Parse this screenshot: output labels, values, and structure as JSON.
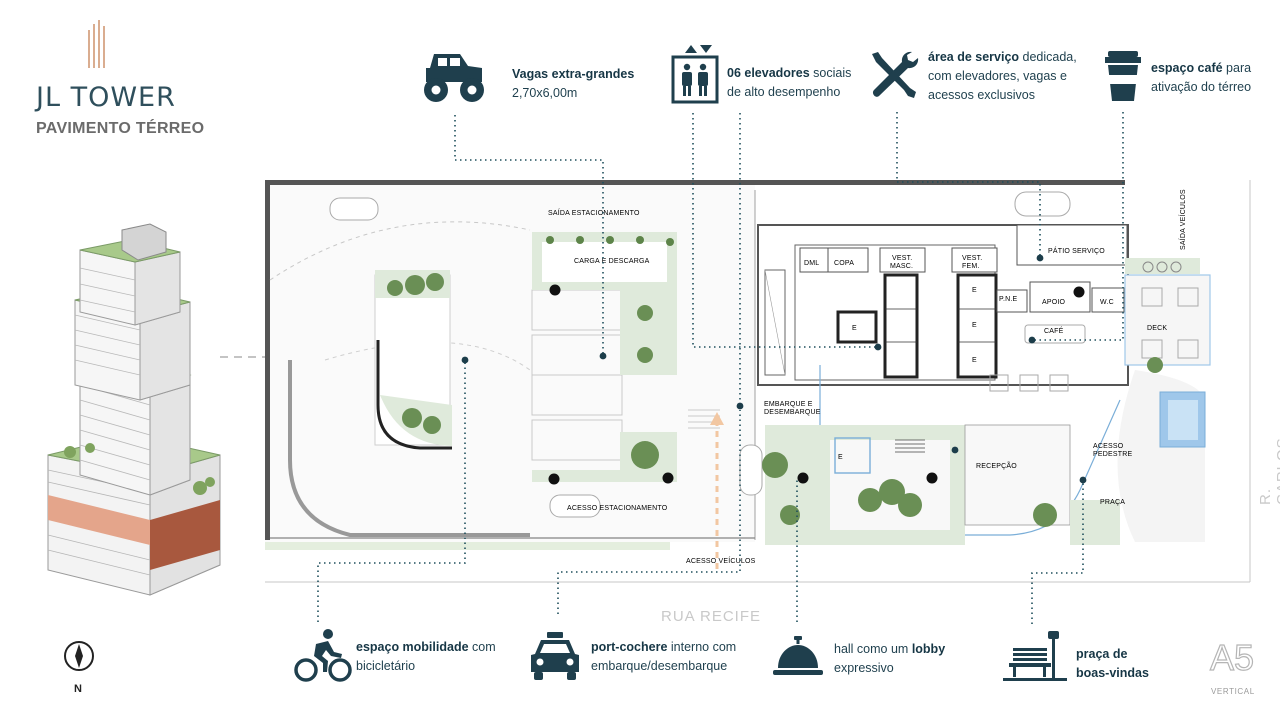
{
  "brand": {
    "name": "JL TOWER",
    "subtitle": "PAVIMENTO TÉRREO",
    "accent_color": "#c98a60"
  },
  "colors": {
    "icon": "#1f3f4d",
    "leader": "#1f4f5c",
    "green": "#dfeadb",
    "wall": "#444444",
    "water": "#9fc7ea"
  },
  "features_top": [
    {
      "icon": "monster-truck-icon",
      "bold": "Vagas extra-grandes",
      "rest": "2,70x6,00m"
    },
    {
      "icon": "elevator-icon",
      "bold": "06 elevadores",
      "rest": " sociais de alto desempenho"
    },
    {
      "icon": "tools-icon",
      "bold": "área de serviço",
      "rest": " dedicada, com elevadores, vagas e acessos exclusivos"
    },
    {
      "icon": "coffee-cup-icon",
      "bold": "espaço café",
      "rest": " para ativação do térreo"
    }
  ],
  "features_bottom": [
    {
      "icon": "cyclist-icon",
      "bold": "espaço mobilidade",
      "rest": " com bicicletário"
    },
    {
      "icon": "taxi-icon",
      "bold": "port-cochere",
      "rest": " interno com embarque/desembarque"
    },
    {
      "icon": "reception-bell-icon",
      "bold": "hall como um ",
      "bold2": "lobby",
      "rest": " expressivo"
    },
    {
      "icon": "park-bench-icon",
      "bold": "praça de boas-vindas",
      "rest": ""
    }
  ],
  "plan_labels": {
    "saida_estacionamento": "SAÍDA ESTACIONAMENTO",
    "carga_descarga": "CARGA E DESCARGA",
    "acesso_estacionamento": "ACESSO ESTACIONAMENTO",
    "acesso_veiculos": "ACESSO VEÍCULOS",
    "embarque_desembarque_1": "EMBARQUE E",
    "embarque_desembarque_2": "DESEMBARQUE",
    "dml": "DML",
    "copa": "COPA",
    "vest_masc_1": "VEST.",
    "vest_masc_2": "MASC.",
    "vest_fem_1": "VEST.",
    "vest_fem_2": "FEM.",
    "patio_servico": "PÁTIO SERVIÇO",
    "saida_veiculos": "SAÍDA VEÍCULOS",
    "pne": "P.N.E",
    "apoio": "APOIO",
    "wc": "W.C",
    "deck": "DECK",
    "cafe": "CAFÉ",
    "recepcao": "RECEPÇÃO",
    "acesso_pedestre_1": "ACESSO",
    "acesso_pedestre_2": "PEDESTRE",
    "praca": "PRAÇA",
    "elevator": "E"
  },
  "streets": {
    "rua_recife": "RUA RECIFE",
    "rua_carlos": "R. CARLOS DE CARVALHO"
  },
  "compass": {
    "label": "N"
  },
  "developer": {
    "mark": "A5",
    "name": "VERTICAL"
  }
}
